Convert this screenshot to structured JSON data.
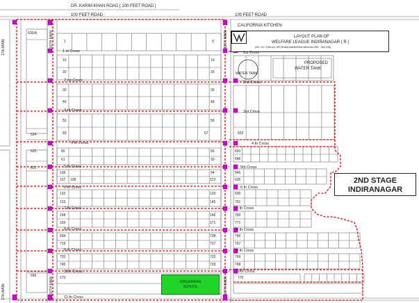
{
  "roads": {
    "top_road": "DR. KARIM KHAN ROAD  [ 100 FEET ROAD ]",
    "feet_road_left": "100 FEET ROAD",
    "feet_road_right": "100 FEET ROAD",
    "landmark": "CALIFORNIA KITCHEN",
    "main_left_top": "17th MAIN",
    "main_left_bottom": "17th MAIN",
    "main_1": "16TH MAIN",
    "main_2": "16TH MAIN",
    "main_3": "15TH MAIN",
    "main_4": "15TH MAIN"
  },
  "title": {
    "line1": "LAYOUT PLAN OF",
    "line2": "WELFARE LEAGUE INDIRANAGAR ( R )",
    "line3": "(NO. 15 / 1963-64, SRI RAMA MANDIRAM  BANGALORE - 560 038)"
  },
  "stage_label": {
    "line1": "2ND STAGE",
    "line2": "INDIRANAGAR"
  },
  "water_tank": "WATER TANK",
  "proposed_tank": {
    "line1": "PROPOSED",
    "line2": "WATER TANK"
  },
  "school": {
    "line1": "GINGERMAN",
    "line2": "SCHOOL"
  },
  "crosses": {
    "c1": "1 st Cross",
    "c1r": "1st Cross",
    "c2": "2 nd Cross",
    "c2r": "2nd Cross",
    "c3": "3 rd Cross",
    "c3r": "3rd Cross",
    "c4": "4 th Cross",
    "c4r": "4 th Cross",
    "c5": "5 th Cross",
    "c5r": "5th Cross",
    "c6": "6 th Cross",
    "c6r": "6 th Cross",
    "c7": "7 th Cross",
    "c7r": "7 th Cross",
    "c8": "8 th Cross",
    "c8r": "8 th Cross",
    "c9": "9 th Cross",
    "c9r": "9 th Cross",
    "c10": "10th Cross",
    "c10r": "10th Cross",
    "c11": "11 th Cross"
  },
  "plots": {
    "p636a": "636/A",
    "p1": "1",
    "p9": "9",
    "p10": "10",
    "p19": "19",
    "p20": "20",
    "p29": "29",
    "p30": "30",
    "p39": "39",
    "p40": "40",
    "p49": "49",
    "p50": "50",
    "p59": "59",
    "p60": "60",
    "p67": "67",
    "p624": "624",
    "p653": "653",
    "p620": "620",
    "p80": "80",
    "p69": "69",
    "p61": "61",
    "p93": "93",
    "p621": "621",
    "p650": "650",
    "p646": "646",
    "p106": "106",
    "p94": "94",
    "p107": "107",
    "p108": "108",
    "p119": "119",
    "p645": "645",
    "p635": "635",
    "p132": "132",
    "p120": "120",
    "p133": "133",
    "p145": "145",
    "p600": "600",
    "p791": "791",
    "p158": "158",
    "p146": "146",
    "p159": "159",
    "p171": "171",
    "p790": "790",
    "p771": "771",
    "p694": "694",
    "p738": "738",
    "p719": "719",
    "p737": "737",
    "p746": "746",
    "p757": "757",
    "p720": "720",
    "p745": "745",
    "p732": "732",
    "p733": "733",
    "p769": "769",
    "p768": "768",
    "p696": "696",
    "p170": "170",
    "p770": "770"
  }
}
